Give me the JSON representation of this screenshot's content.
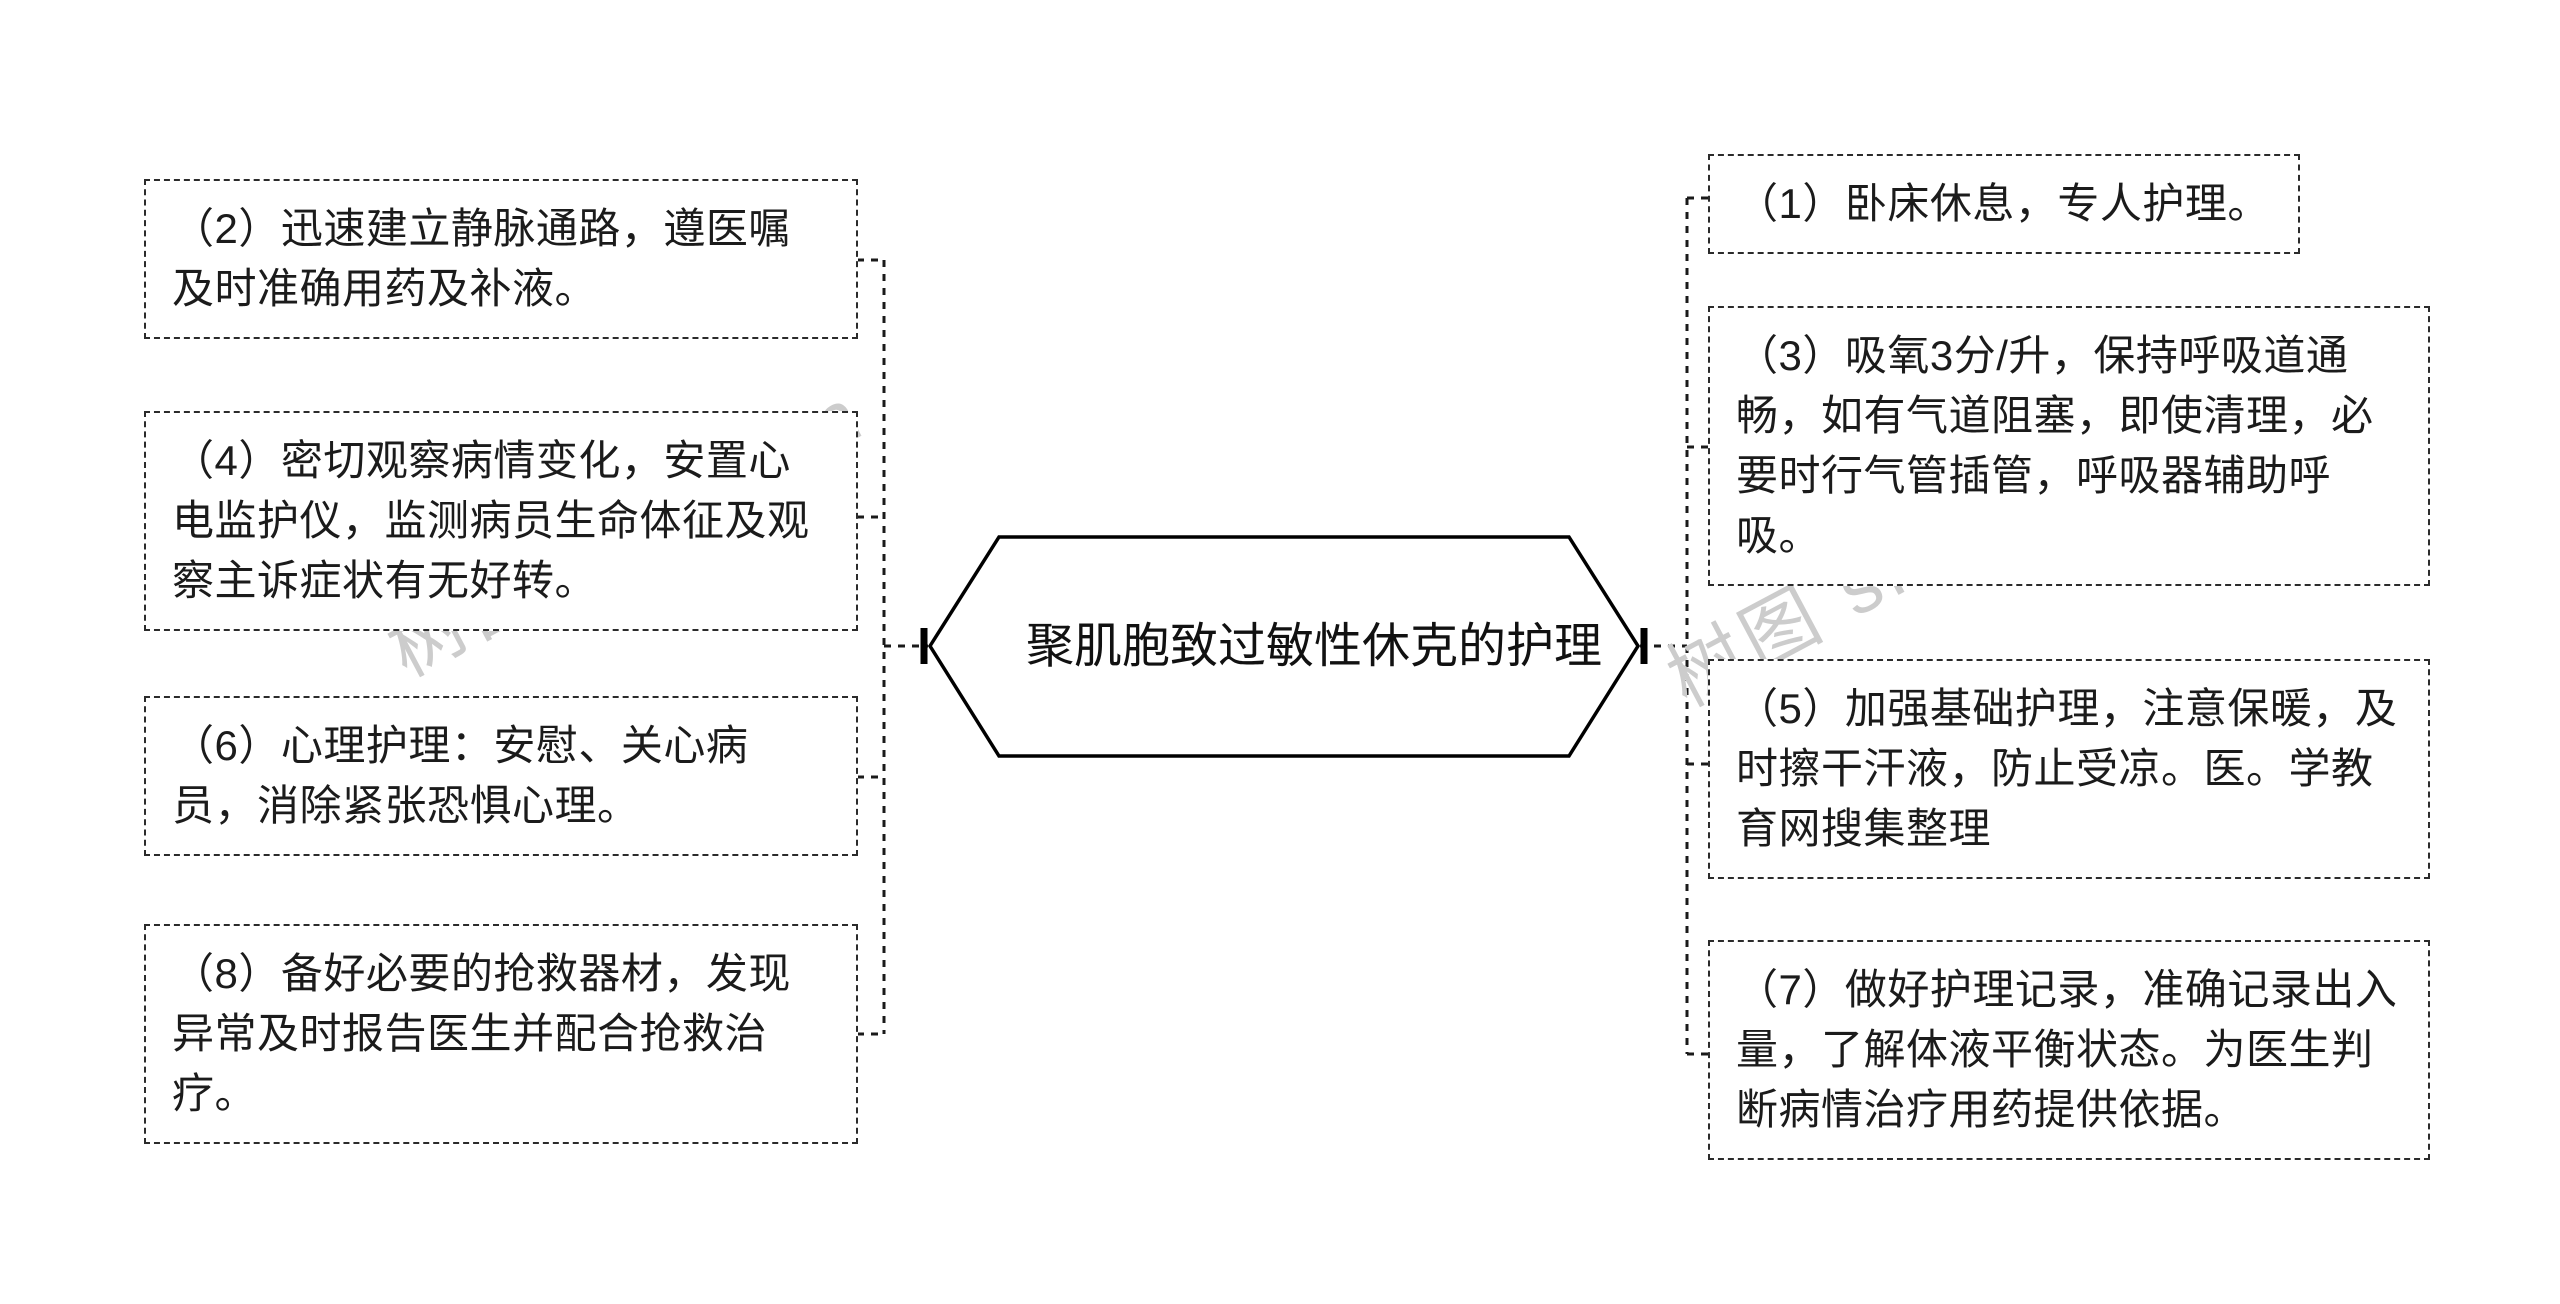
{
  "title": "聚肌胞致过敏性休克的护理",
  "watermarks": [
    {
      "text": "树图 shutu.cn"
    },
    {
      "text": "树图 shutu.cn"
    }
  ],
  "left_nodes": [
    {
      "text": "（2）迅速建立静脉通路，遵医嘱及时准确用药及补液。"
    },
    {
      "text": "（4）密切观察病情变化，安置心电监护仪，监测病员生命体征及观察主诉症状有无好转。"
    },
    {
      "text": "（6）心理护理：安慰、关心病员，消除紧张恐惧心理。"
    },
    {
      "text": "（8）备好必要的抢救器材，发现异常及时报告医生并配合抢救治疗。"
    }
  ],
  "right_nodes": [
    {
      "text": "（1）卧床休息，专人护理。"
    },
    {
      "text": "（3）吸氧3分/升，保持呼吸道通畅，如有气道阻塞，即使清理，必要时行气管插管，呼吸器辅助呼吸。"
    },
    {
      "text": "（5）加强基础护理，注意保暖，及时擦干汗液，防止受凉。医。学教育网搜集整理"
    },
    {
      "text": "（7）做好护理记录，准确记录出入量，了解体液平衡状态。为医生判断病情治疗用药提供依据。"
    }
  ]
}
